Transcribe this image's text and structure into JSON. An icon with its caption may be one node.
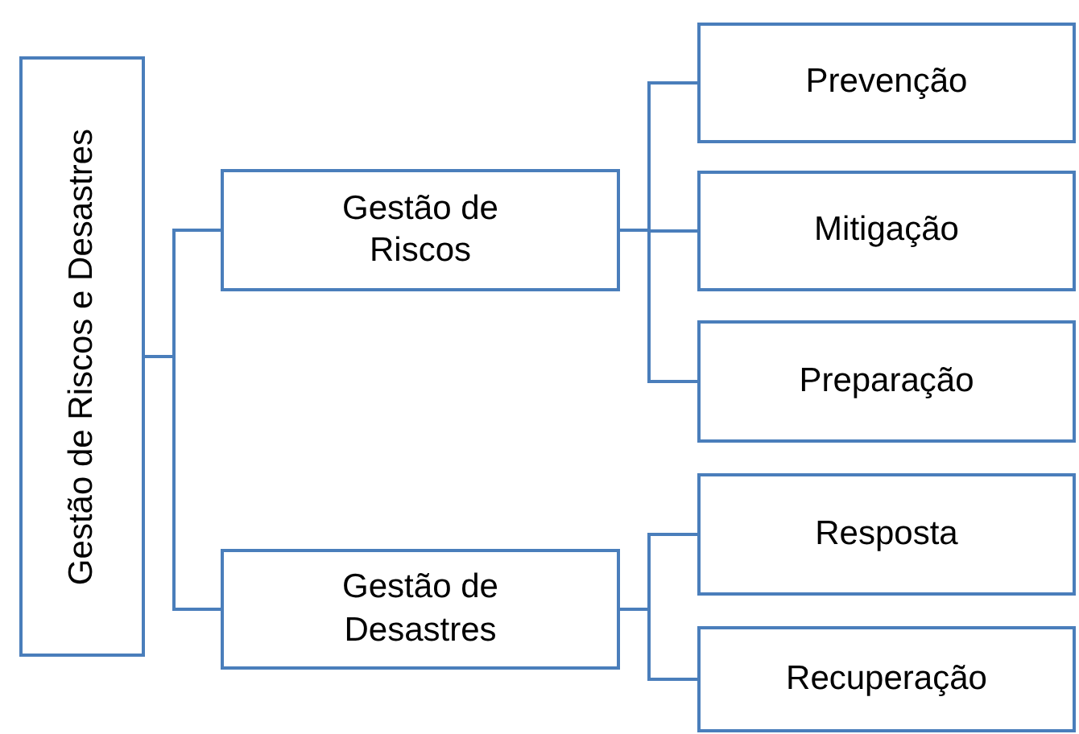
{
  "diagram": {
    "nodes": [
      {
        "text": [
          "Gestão de Riscos e Desastres"
        ]
      },
      {
        "text": [
          "Gestão de Riscos"
        ]
      },
      {
        "text": [
          "Gestão de Desastres"
        ]
      },
      {
        "text": [
          "Prevenção"
        ]
      },
      {
        "text": [
          "Mitigação"
        ]
      },
      {
        "text": [
          "Preparação"
        ]
      },
      {
        "text": [
          "Resposta"
        ]
      },
      {
        "text": [
          "Recuperação"
        ]
      }
    ],
    "edges": [
      {
        "from": 0,
        "to": 1,
        "arrow": "none"
      },
      {
        "from": 0,
        "to": 2,
        "arrow": "none"
      },
      {
        "from": 1,
        "to": 3,
        "arrow": "none"
      },
      {
        "from": 1,
        "to": 4,
        "arrow": "none"
      },
      {
        "from": 1,
        "to": 5,
        "arrow": "none"
      },
      {
        "from": 2,
        "to": 6,
        "arrow": "none"
      },
      {
        "from": 2,
        "to": 7,
        "arrow": "none"
      }
    ]
  }
}
